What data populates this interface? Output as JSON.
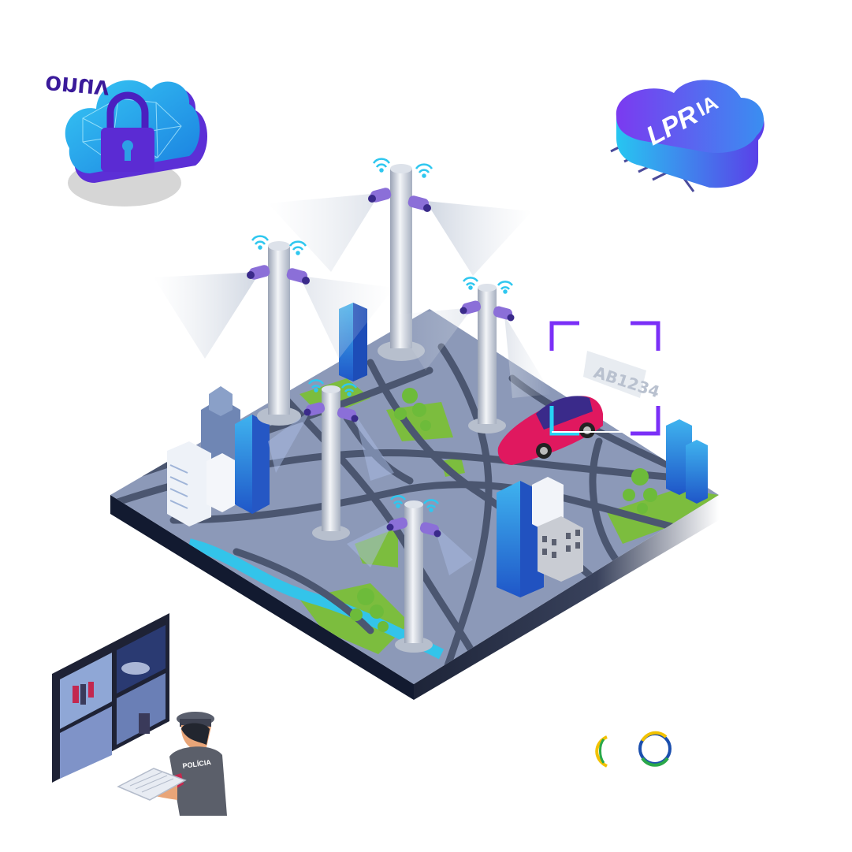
{
  "cloud_left": {
    "text": "onuv"
  },
  "cloud_right": {
    "line1": "IA",
    "line2": "LPR"
  },
  "plate": {
    "text": "AB1234"
  },
  "officer": {
    "badge_text": "POLÍCIA"
  },
  "colors": {
    "accent_purple": "#7b2ff7",
    "accent_cyan": "#26d4f5",
    "map_ground": "#8c99b8",
    "road": "#4b5670",
    "car": "#e0185f",
    "grass": "#7cbd3e",
    "logo_yellow": "#f2c200",
    "logo_green": "#2aa84a",
    "logo_blue": "#1b4fae"
  }
}
